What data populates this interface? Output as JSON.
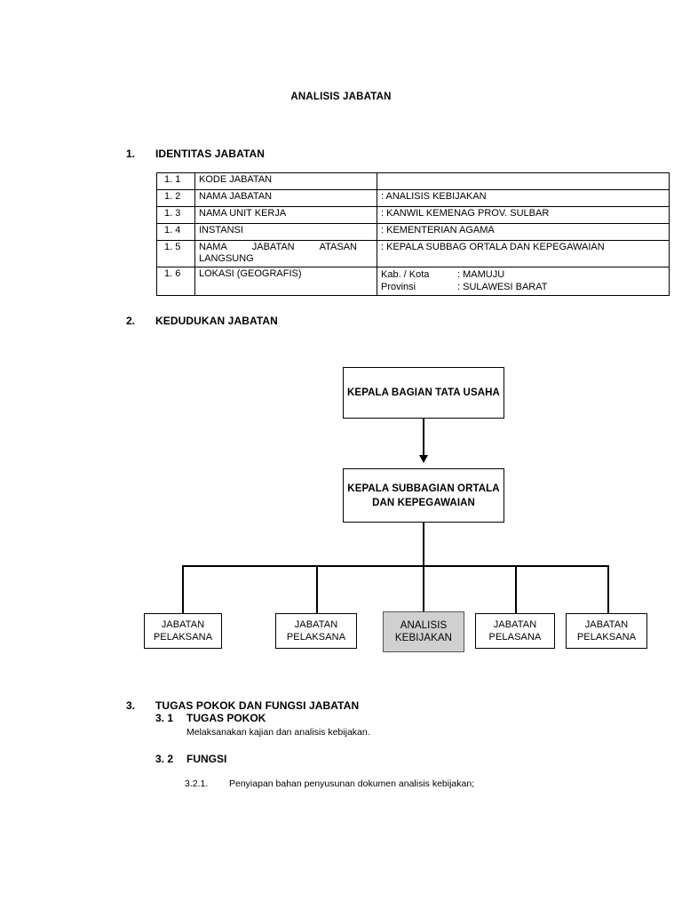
{
  "document": {
    "title": "ANALISIS JABATAN"
  },
  "sections": {
    "one": {
      "number": "1.",
      "title": "IDENTITAS JABATAN"
    },
    "two": {
      "number": "2.",
      "title": "KEDUDUKAN JABATAN"
    },
    "three": {
      "number": "3.",
      "title": "TUGAS POKOK DAN FUNGSI JABATAN"
    }
  },
  "identity_table": {
    "rows": [
      {
        "no": "1. 1",
        "label": "KODE JABATAN",
        "value": ""
      },
      {
        "no": "1. 2",
        "label": "NAMA JABATAN",
        "value": ":  ANALISIS KEBIJAKAN"
      },
      {
        "no": "1. 3",
        "label": "NAMA UNIT KERJA",
        "value": ":  KANWIL KEMENAG PROV. SULBAR"
      },
      {
        "no": "1. 4",
        "label": "INSTANSI",
        "value": ":  KEMENTERIAN AGAMA"
      }
    ],
    "row_atasan": {
      "no": "1. 5",
      "label_word1": "NAMA",
      "label_word2": "JABATAN",
      "label_word3": "ATASAN",
      "label_line2": "LANGSUNG",
      "value": ":  KEPALA SUBBAG ORTALA DAN KEPEGAWAIAN"
    },
    "row_lokasi": {
      "no": "1. 6",
      "label": "LOKASI (GEOGRAFIS)",
      "kabkota_key": "Kab. / Kota",
      "kabkota_val": ": MAMUJU",
      "provinsi_key": "Provinsi",
      "provinsi_val": ": SULAWESI BARAT"
    }
  },
  "org_chart": {
    "top_box": "KEPALA BAGIAN TATA USAHA",
    "second_box": "KEPALA SUBBAGIAN ORTALA DAN KEPEGAWAIAN",
    "leaves": [
      {
        "line1": "JABATAN",
        "line2": "PELAKSANA",
        "highlighted": false
      },
      {
        "line1": "JABATAN",
        "line2": "PELAKSANA",
        "highlighted": false
      },
      {
        "line1": "ANALISIS",
        "line2": "KEBIJAKAN",
        "highlighted": true
      },
      {
        "line1": "JABATAN",
        "line2": "PELASANA",
        "highlighted": false
      },
      {
        "line1": "JABATAN",
        "line2": "PELAKSANA",
        "highlighted": false
      }
    ],
    "highlight_color": "#d0d0d0"
  },
  "tugas": {
    "sub1_num": "3. 1",
    "sub1_title": "TUGAS POKOK",
    "sub1_body": "Melaksanakan kajian dan analisis kebijakan.",
    "sub2_num": "3. 2",
    "sub2_title": "FUNGSI",
    "item1_num": "3.2.1.",
    "item1_text": "Penyiapan bahan penyusunan dokumen analisis kebijakan;"
  }
}
